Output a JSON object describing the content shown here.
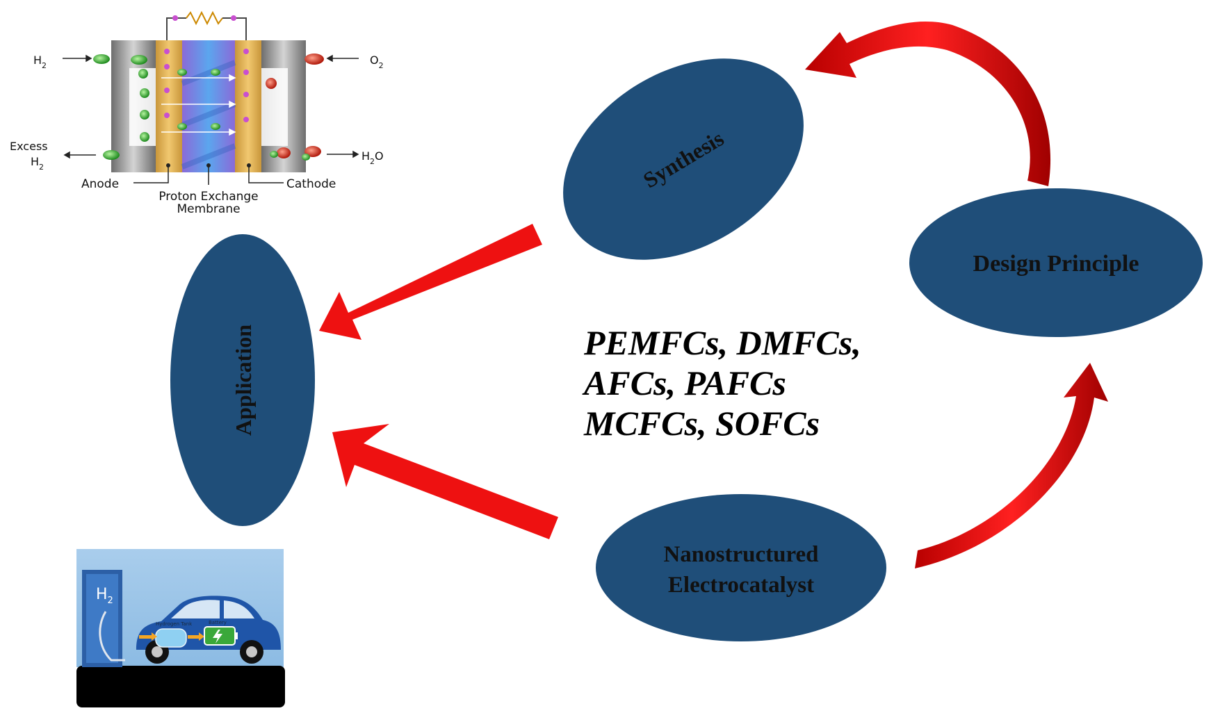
{
  "nodes": {
    "synthesis": "Synthesis",
    "design_principle": "Design Principle",
    "application": "Application",
    "nano_line1": "Nanostructured",
    "nano_line2": "Electrocatalyst"
  },
  "fuel_cell_types": {
    "line1": "PEMFCs, DMFCs,",
    "line2": "AFCs, PAFCs",
    "line3": "MCFCs, SOFCs"
  },
  "fuel_cell_diagram": {
    "h2_in": "H",
    "h2_in_sub": "2",
    "o2_in": "O",
    "o2_in_sub": "2",
    "excess": "Excess",
    "excess_h2": "H",
    "excess_h2_sub": "2",
    "h2o": "H",
    "h2o_sub": "2",
    "h2o_tail": "O",
    "anode": "Anode",
    "cathode": "Cathode",
    "membrane_line1": "Proton Exchange",
    "membrane_line2": "Membrane"
  },
  "car_illustration": {
    "pump_label": "H",
    "pump_label_sub": "2",
    "tank_label": "Hydrogen Tank",
    "battery_label": "Battery"
  },
  "colors": {
    "ellipse_fill": "#1f4e79",
    "arrow_red": "#ee1111",
    "curved_arrow_red": "#dd0a0a"
  }
}
